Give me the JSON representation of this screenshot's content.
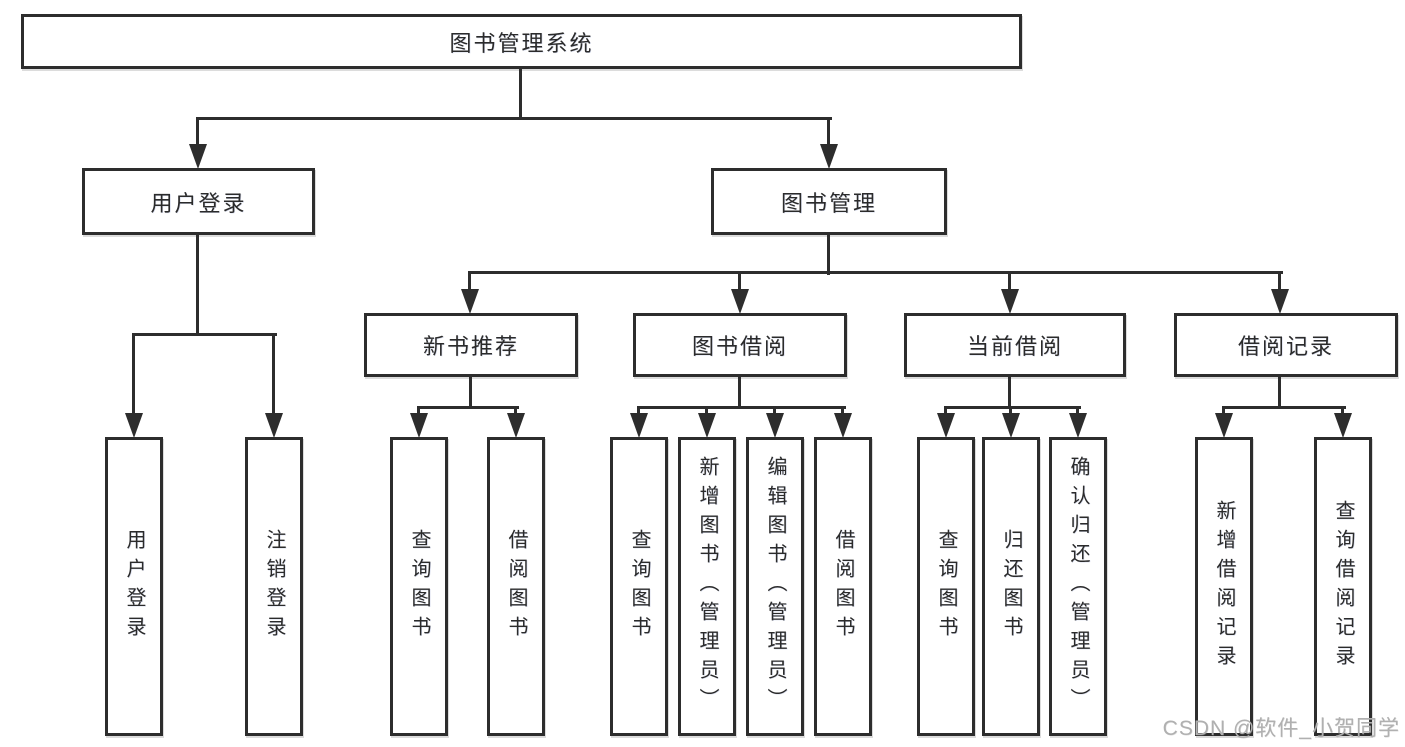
{
  "root": {
    "label": "图书管理系统"
  },
  "level2": {
    "user_login": {
      "label": "用户登录"
    },
    "book_mgmt": {
      "label": "图书管理"
    }
  },
  "level3": {
    "new_rec": {
      "label": "新书推荐"
    },
    "borrow": {
      "label": "图书借阅"
    },
    "current": {
      "label": "当前借阅"
    },
    "records": {
      "label": "借阅记录"
    }
  },
  "leaves": {
    "user_login_1": {
      "label": "用户登录"
    },
    "user_login_2": {
      "label": "注销登录"
    },
    "new_rec_1": {
      "label": "查询图书"
    },
    "new_rec_2": {
      "label": "借阅图书"
    },
    "borrow_1": {
      "label": "查询图书"
    },
    "borrow_2": {
      "label": "新增图书（管理员）"
    },
    "borrow_3": {
      "label": "编辑图书（管理员）"
    },
    "borrow_4": {
      "label": "借阅图书"
    },
    "current_1": {
      "label": "查询图书"
    },
    "current_2": {
      "label": "归还图书"
    },
    "current_3": {
      "label": "确认归还（管理员）"
    },
    "records_1": {
      "label": "新增借阅记录"
    },
    "records_2": {
      "label": "查询借阅记录"
    }
  },
  "watermark": "CSDN @软件_小贺同学",
  "colors": {
    "line": "#2d2d2d",
    "text": "#2b2b2b",
    "watermark": "#b0b0b0",
    "background": "#ffffff"
  }
}
